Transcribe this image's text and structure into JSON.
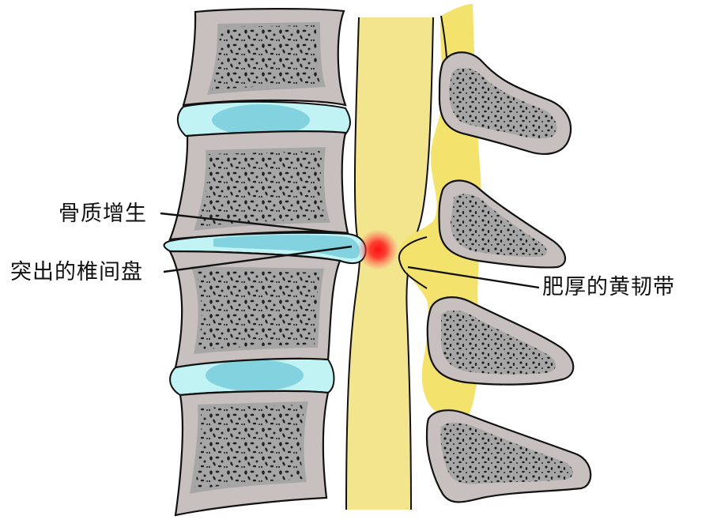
{
  "diagram": {
    "subject": "lumbar spinal stenosis (sagittal view)",
    "labels": {
      "osteophyte": "骨质增生",
      "herniated_disc": "突出的椎间盘",
      "thickened_ligamentum_flavum": "肥厚的黄韧带"
    },
    "colors": {
      "bone_cortex": "#c8bfbf",
      "bone_marrow": "#a6a6a6",
      "bone_pore": "#1f1f1f",
      "disc_outer": "#c2f3f4",
      "disc_nucleus": "#82d2df",
      "spinal_canal": "#f3e48e",
      "ligamentum_flavum": "#f3e26b",
      "compression_highlight": "#ff1a1a",
      "outline": "#111111"
    },
    "structures": {
      "vertebral_bodies": 4,
      "intervertebral_discs": 3,
      "spinous_processes": 4
    }
  }
}
